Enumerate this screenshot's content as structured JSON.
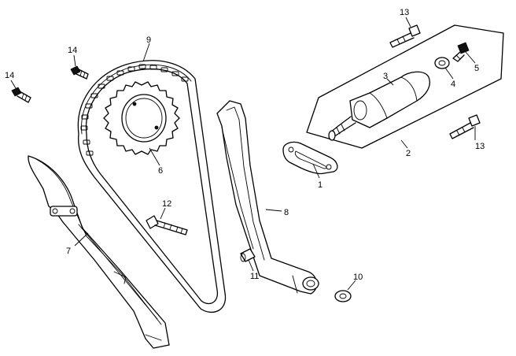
{
  "diagram": {
    "parts": [
      {
        "key": "p1",
        "label": "1"
      },
      {
        "key": "p2",
        "label": "2"
      },
      {
        "key": "p3",
        "label": "3"
      },
      {
        "key": "p4",
        "label": "4"
      },
      {
        "key": "p5",
        "label": "5"
      },
      {
        "key": "p6",
        "label": "6"
      },
      {
        "key": "p7",
        "label": "7"
      },
      {
        "key": "p8",
        "label": "8"
      },
      {
        "key": "p9",
        "label": "9"
      },
      {
        "key": "p10",
        "label": "10"
      },
      {
        "key": "p11",
        "label": "11"
      },
      {
        "key": "p12",
        "label": "12"
      },
      {
        "key": "p13a",
        "label": "13"
      },
      {
        "key": "p13b",
        "label": "13"
      },
      {
        "key": "p14a",
        "label": "14"
      },
      {
        "key": "p14b",
        "label": "14"
      }
    ]
  }
}
